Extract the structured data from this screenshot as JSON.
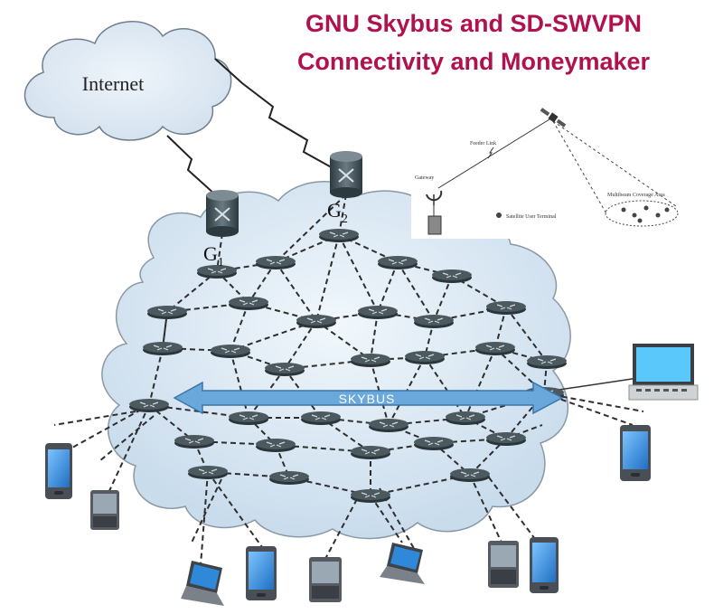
{
  "title": {
    "line1": "GNU Skybus and SD-SWVPN",
    "line2": "Connectivity and Moneymaker"
  },
  "cloud_label": "Internet",
  "gateways": [
    {
      "label": "G",
      "sub": "1"
    },
    {
      "label": "G",
      "sub": "2"
    }
  ],
  "skybus_label": "SKYBUS",
  "inset": {
    "feeder_link": "Feeder Link",
    "gateway": "Gateway",
    "user_terminal": "Satellite User Terminal",
    "coverage_area": "Multibeam Coverage Area"
  },
  "colors": {
    "title": "#b0124f",
    "cloud_fill": "#dde9f3",
    "cloud_stroke": "#8090a0",
    "arrow_fill": "#6aa8dc",
    "arrow_stroke": "#3a76aa",
    "router": "#3d4a50",
    "device_screen": "#2f88d8",
    "laptop_screen": "#5ac8fa"
  }
}
